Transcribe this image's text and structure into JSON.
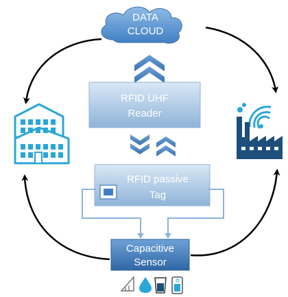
{
  "nodes": {
    "cloud": {
      "line1": "DATA",
      "line2": "CLOUD"
    },
    "reader": {
      "line1": "RFID UHF",
      "line2": "Reader"
    },
    "tag": {
      "line1": "RFID passive",
      "line2": "Tag"
    },
    "sensor": {
      "line1": "Capacitive",
      "line2": "Sensor"
    }
  },
  "icons": {
    "left": "buildings-icon",
    "right": "factory-wifi-icon",
    "sensor_row": [
      "incline-icon",
      "water-drop-icon",
      "glass-icon",
      "phone-level-icon"
    ]
  },
  "colors": {
    "box_light": "#cfe2f3",
    "box_dark": "#8fb4d9",
    "box_border": "#7aa7d0",
    "sensor_dark": "#2e6aa8",
    "sensor_light": "#5b93cf",
    "chevron": "#4f86c0",
    "connector": "#8ab4dc",
    "arrow": "#000000",
    "building": "#2aa6d8",
    "factory": "#1e4e7a",
    "wifi": "#2aa6d8"
  }
}
